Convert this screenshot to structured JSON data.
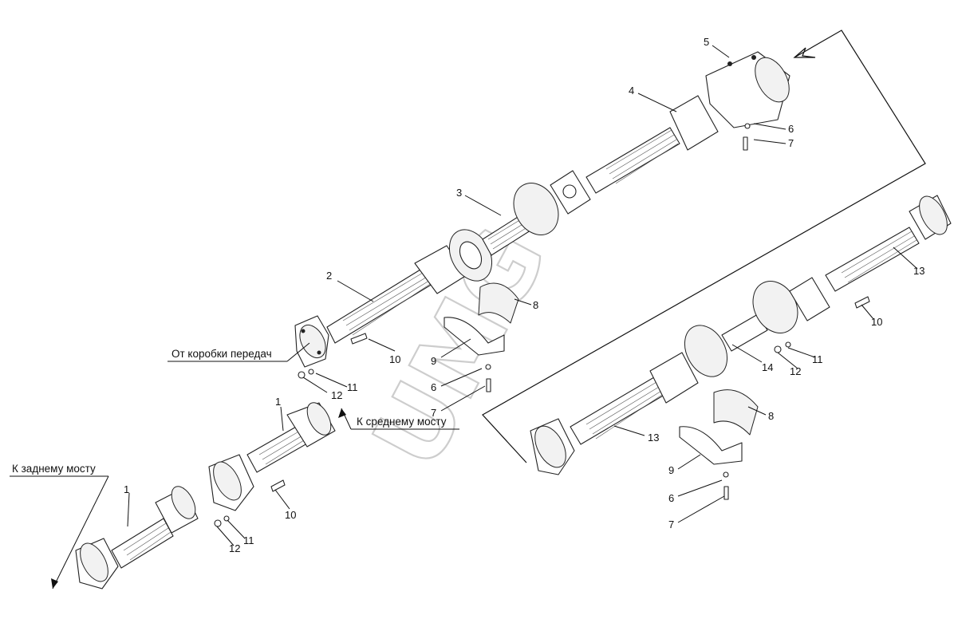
{
  "captions": {
    "from_gearbox": "От коробки передач",
    "to_middle_axle": "К среднему мосту",
    "to_rear_axle": "К заднему мосту"
  },
  "watermark": "UMG",
  "labels": {
    "n1a": "1",
    "n1b": "1",
    "n2": "2",
    "n3": "3",
    "n4": "4",
    "n5": "5",
    "n6a": "6",
    "n6b": "6",
    "n6c": "6",
    "n7a": "7",
    "n7b": "7",
    "n7c": "7",
    "n8a": "8",
    "n8b": "8",
    "n9a": "9",
    "n9b": "9",
    "n10a": "10",
    "n10b": "10",
    "n10c": "10",
    "n11a": "11",
    "n11b": "11",
    "n11c": "11",
    "n12a": "12",
    "n12b": "12",
    "n12c": "12",
    "n13a": "13",
    "n13b": "13",
    "n14": "14"
  },
  "colors": {
    "ink": "#222222",
    "watermark": "#bdbdbd"
  }
}
